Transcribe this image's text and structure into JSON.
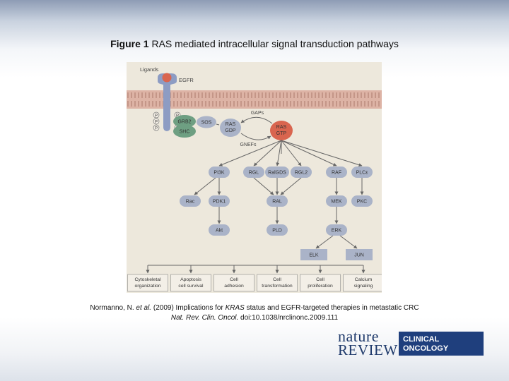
{
  "title": {
    "figure_label": "Figure 1",
    "text": " RAS mediated intracellular signal transduction pathways"
  },
  "diagram": {
    "ligands": "Ligands",
    "egfr": "EGFR",
    "phospho": "P",
    "grb2": "GRB2",
    "sos": "SOS",
    "shc": "SHC",
    "gaps": "GAPs",
    "gnefs": "GNEFs",
    "ras_gdp": [
      "RAS",
      "GDP"
    ],
    "ras_gtp": [
      "RAS",
      "GTP"
    ],
    "effectors": [
      "PI3K",
      "RGL",
      "RalGDS",
      "RGL2",
      "RAF",
      "PLCε"
    ],
    "second_row": [
      "Rac",
      "PDK1",
      "RAL",
      "MEK",
      "PKC"
    ],
    "third_row": [
      "Akt",
      "PLD",
      "ERK"
    ],
    "tf": [
      "ELK",
      "JUN"
    ],
    "outcomes": [
      [
        "Cytoskeletal",
        "organization"
      ],
      [
        "Apoptosis",
        "cell survival"
      ],
      [
        "Cell",
        "adhesion"
      ],
      [
        "Cell",
        "transformation"
      ],
      [
        "Cell",
        "proliferation"
      ],
      [
        "Calcium",
        "signaling"
      ]
    ]
  },
  "citation": {
    "authors": "Normanno, N.",
    "etal": "et al.",
    "text1": " (2009) Implications for ",
    "kras": "KRAS",
    "text2": " status and EGFR-targeted therapies in metastatic CRC",
    "journal": "Nat. Rev. Clin. Oncol.",
    "doi": " doi:10.1038/nrclinonc.2009.111"
  },
  "logo": {
    "nature": "nature",
    "reviews": "REVIEWS",
    "line1": "CLINICAL",
    "line2": "ONCOLOGY"
  }
}
